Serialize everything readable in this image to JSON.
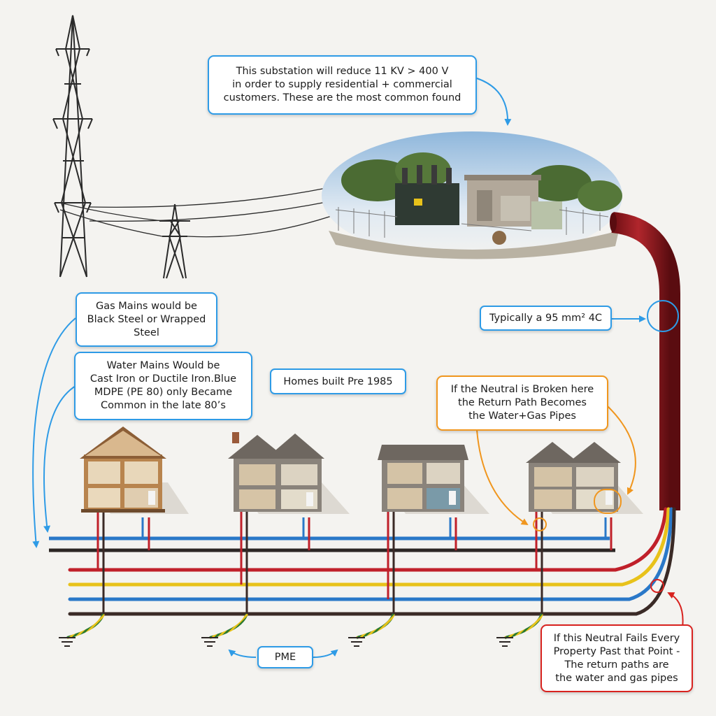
{
  "callouts": {
    "substation": {
      "lines": [
        "This substation will reduce 11 KV > 400 V",
        "in order to supply residential + commercial",
        "customers. These are the most common found"
      ]
    },
    "gas_mains": {
      "lines": [
        "Gas Mains would be",
        "Black Steel or Wrapped",
        "Steel"
      ]
    },
    "water_mains": {
      "lines": [
        "Water Mains Would be",
        "Cast Iron or Ductile Iron.Blue",
        "MDPE (PE 80) only Became",
        "Common in the late 80’s"
      ]
    },
    "homes": {
      "text": "Homes built Pre 1985"
    },
    "cable": {
      "text": "Typically a 95 mm² 4C"
    },
    "neutral_broken": {
      "lines": [
        "If the Neutral is Broken here",
        "the Return Path Becomes",
        "the Water+Gas Pipes"
      ]
    },
    "neutral_fails": {
      "lines": [
        "If this Neutral Fails Every",
        "Property Past that Point -",
        "The return paths are",
        "the water and gas pipes"
      ]
    },
    "pme": {
      "text": "PME"
    }
  },
  "colors": {
    "callout_blue": "#2e9be6",
    "callout_orange": "#f0961e",
    "callout_red": "#d8221f",
    "phase_red": "#c0202a",
    "phase_yellow": "#e8c21a",
    "phase_blue": "#2a78c8",
    "neutral_black": "#3a2a26",
    "water_pipe": "#2a78c8",
    "gas_pipe": "#2c2624",
    "main_cable": "#8a1a1e"
  }
}
